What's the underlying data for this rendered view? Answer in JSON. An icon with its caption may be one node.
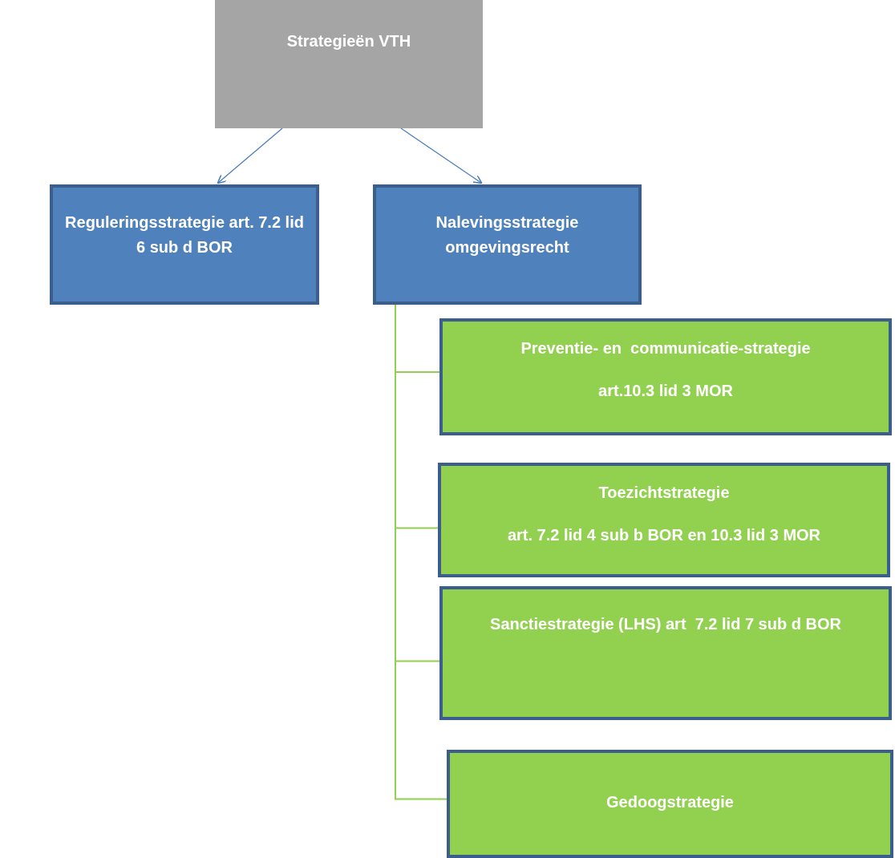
{
  "diagram": {
    "nodes": [
      {
        "text": [
          "Strategieën VTH"
        ]
      },
      {
        "text": [
          "Reguleringsstrategie art. 7.2 lid 6 sub d BOR"
        ]
      },
      {
        "text": [
          "Nalevingsstrategie omgevingsrecht"
        ]
      },
      {
        "text": [
          "Preventie- en  communicatie-strategie",
          "art.10.3 lid 3 MOR"
        ]
      },
      {
        "text": [
          "Toezichtstrategie",
          "art. 7.2 lid 4 sub b BOR en 10.3 lid 3 MOR"
        ]
      },
      {
        "text": [
          "Sanctiestrategie (LHS) art  7.2 lid 7 sub d BOR"
        ]
      },
      {
        "text": [
          "Gedoogstrategie"
        ]
      }
    ],
    "edges": [
      {
        "from": 0,
        "to": 1,
        "arrow": "to",
        "color": "#4a7ebb"
      },
      {
        "from": 0,
        "to": 2,
        "arrow": "to",
        "color": "#4a7ebb"
      },
      {
        "from": 2,
        "to": 3,
        "arrow": "none"
      },
      {
        "from": 2,
        "to": 4,
        "arrow": "none"
      },
      {
        "from": 2,
        "to": 5,
        "arrow": "none"
      },
      {
        "from": 2,
        "to": 6,
        "arrow": "none"
      }
    ]
  }
}
